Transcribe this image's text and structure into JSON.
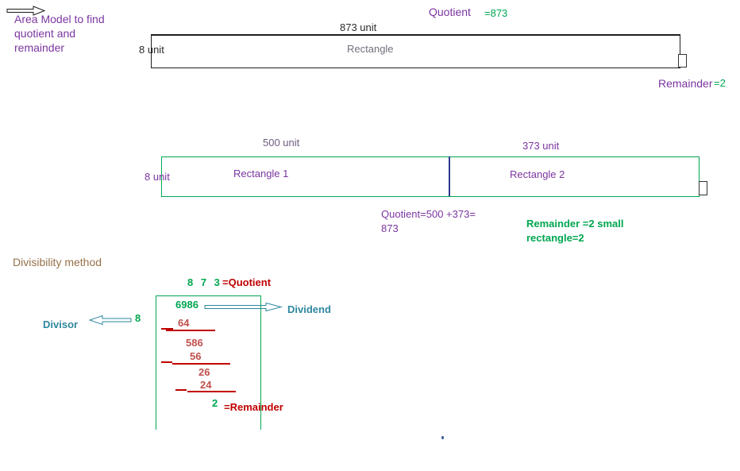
{
  "colors": {
    "purple": "#7B35A0",
    "green": "#00A651",
    "crimson": "#C00000",
    "work_red": "#C0504D",
    "teal": "#2E879E",
    "brown": "#97714B",
    "divider_navy": "#2B3990"
  },
  "intro": {
    "lines": [
      "Area Model to find",
      "quotient and",
      "remainder"
    ]
  },
  "model1": {
    "quotient_label": "Quotient",
    "quotient_value": "=873",
    "width_label": "873 unit",
    "height_label": "8 unit",
    "rect_label": "Rectangle",
    "remainder_label": "Remainder",
    "remainder_value": "=2"
  },
  "model2": {
    "left_width_label": "500 unit",
    "right_width_label": "373 unit",
    "height_label": "8 unit",
    "rect1_label": "Rectangle 1",
    "rect2_label": "Rectangle 2",
    "quotient_note_line1": "Quotient=500 +373=",
    "quotient_note_line2": "873",
    "remainder_note_line1": "Remainder =2 small",
    "remainder_note_line2": "rectangle=2"
  },
  "division": {
    "title": "Divisibility method",
    "quotient_digits": "8 7 3",
    "quotient_tag": "=Quotient",
    "dividend": "6986",
    "dividend_label": "Dividend",
    "divisor_label": "Divisor",
    "divisor": "8",
    "work": [
      "64",
      "586",
      "56",
      "26",
      "24"
    ],
    "remainder_digit": "2",
    "remainder_tag": "=Remainder"
  }
}
